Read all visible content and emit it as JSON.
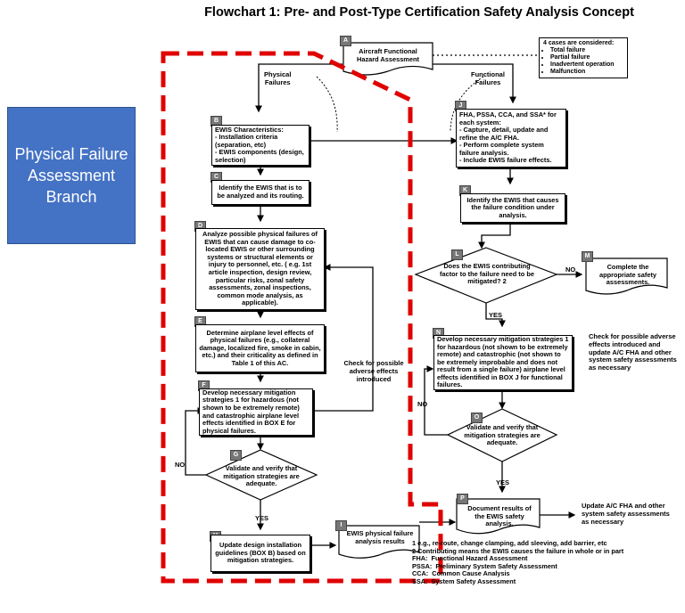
{
  "title": "Flowchart 1:  Pre- and Post-Type Certification Safety Analysis Concept",
  "sidebar_label": "Physical Failure Assessment Branch",
  "labels": {
    "physical_failures": "Physical\nFailures",
    "functional_failures": "Functional\nFailures",
    "check_left": "Check for possible adverse effects introduced",
    "check_right": "Check for possible adverse effects introduced and update A/C FHA and other system safety assessments as necessary",
    "update_right": "Update A/C FHA and other system safety assessments as necessary",
    "yes": "YES",
    "no": "NO"
  },
  "cases": {
    "heading": "4 cases are considered:",
    "items": [
      "Total failure",
      "Partial failure",
      "Inadvertent operation",
      "Malfunction"
    ]
  },
  "boxes": {
    "A": "Aircraft Functional Hazard Assessment",
    "B": "EWIS Characteristics:\n - Installation criteria (separation, etc)\n - EWIS components (design, selection)",
    "C": "Identify the EWIS that is to be analyzed and its routing.",
    "D": "Analyze possible physical failures of EWIS that can cause damage to co-located EWIS or other surrounding systems or structural elements or injury to personnel, etc. ( e.g. 1st article inspection, design review, particular risks, zonal safety assessments, zonal inspections, common mode analysis, as applicable).",
    "E": "Determine airplane level effects of physical failures (e.g., collateral damage, localized fire, smoke in cabin, etc.) and their criticality  as defined in Table 1 of this AC.",
    "F": "Develop necessary mitigation strategies 1 for hazardous (not shown to be extremely remote) and catastrophic  airplane level effects identified in BOX E for physical failures.",
    "G": "Validate and verify that mitigation strategies are adequate.",
    "H": "Update design installation guidelines (BOX B) based on mitigation strategies.",
    "I": "EWIS physical failure analysis results",
    "J": "FHA, PSSA, CCA, and SSA* for each system:\n - Capture, detail, update and refine the A/C FHA.\n - Perform complete system failure analysis.\n - Include EWIS failure effects.",
    "K": "Identify the EWIS that causes the failure condition under analysis.",
    "L": "Does the EWIS contributing factor to the failure need to be mitigated? 2",
    "M": "Complete the appropriate safety assessments.",
    "N": "Develop necessary mitigation strategies 1 for hazardous (not shown to be extremely remote) and catastrophic (not shown to be extremely improbable and does not result from a single failure)  airplane level effects identified in BOX J for functional failures.",
    "O": "Validate and verify that mitigation strategies are adequate.",
    "P": "Document results of the EWIS safety analysis."
  },
  "footnotes": [
    "1 e.g., re-route, change clamping, add sleeving, add barrier, etc",
    "2 Contributing means the EWIS causes the failure in whole or in part",
    "FHA:  Functional Hazard Assessment",
    "PSSA:  Preliminary System Safety Assessment",
    "CCA:  Common Cause Analysis",
    "SSA:  System Safety Assessment"
  ]
}
